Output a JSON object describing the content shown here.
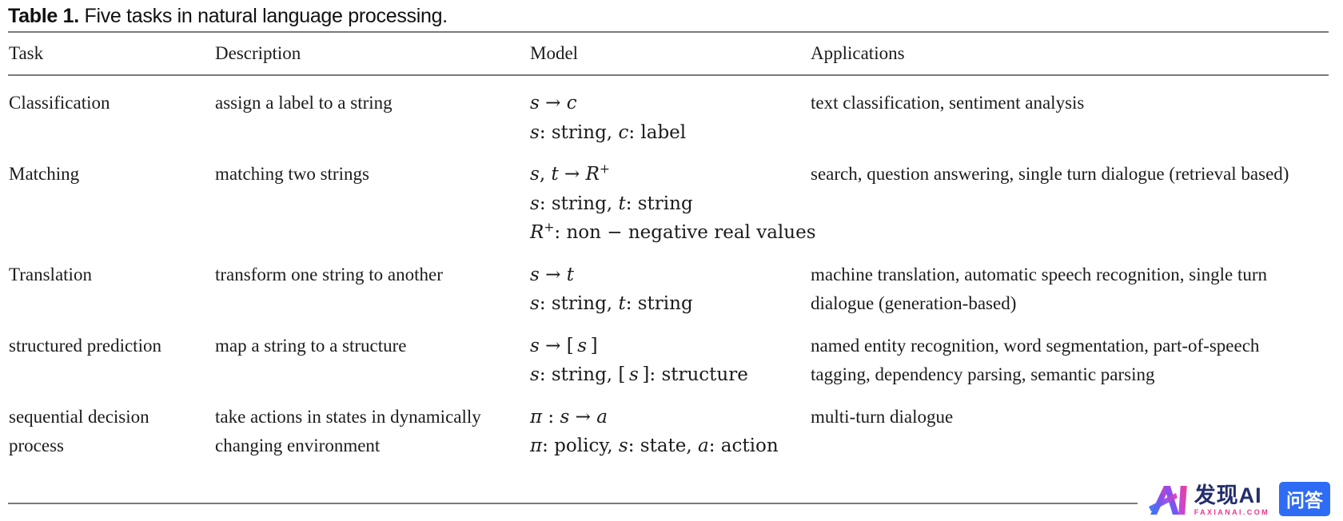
{
  "caption": {
    "label": "Table 1.",
    "text": " Five tasks in natural language processing."
  },
  "table": {
    "headers": [
      "Task",
      "Description",
      "Model",
      "Applications"
    ],
    "rows": [
      {
        "task": "Classification",
        "description": "assign a label to a string",
        "model_lines": [
          [
            {
              "t": "s",
              "i": true
            },
            {
              "t": " → ",
              "i": false
            },
            {
              "t": "c",
              "i": true
            }
          ],
          [
            {
              "t": "s",
              "i": true
            },
            {
              "t": ": string, ",
              "i": false
            },
            {
              "t": "c",
              "i": true
            },
            {
              "t": ": label",
              "i": false
            }
          ]
        ],
        "applications": "text classification, sentiment analysis"
      },
      {
        "task": "Matching",
        "description": "matching two strings",
        "model_lines": [
          [
            {
              "t": "s",
              "i": true
            },
            {
              "t": ", ",
              "i": false
            },
            {
              "t": "t",
              "i": true
            },
            {
              "t": " → ",
              "i": false
            },
            {
              "t": "R",
              "i": true
            },
            {
              "t": "+",
              "sup": true
            }
          ],
          [
            {
              "t": "s",
              "i": true
            },
            {
              "t": ": string, ",
              "i": false
            },
            {
              "t": "t",
              "i": true
            },
            {
              "t": ": string",
              "i": false
            }
          ],
          [
            {
              "t": "R",
              "i": true
            },
            {
              "t": "+",
              "sup": true
            },
            {
              "t": ": non − negative real values",
              "i": false
            }
          ]
        ],
        "applications": "search, question answering, single turn dialogue (retrieval based)"
      },
      {
        "task": "Translation",
        "description": "transform one string to another",
        "model_lines": [
          [
            {
              "t": "s",
              "i": true
            },
            {
              "t": " → ",
              "i": false
            },
            {
              "t": "t",
              "i": true
            }
          ],
          [
            {
              "t": "s",
              "i": true
            },
            {
              "t": ": string, ",
              "i": false
            },
            {
              "t": "t",
              "i": true
            },
            {
              "t": ": string",
              "i": false
            }
          ]
        ],
        "applications": "machine translation, automatic speech recognition, single turn dialogue (generation-based)"
      },
      {
        "task": "structured prediction",
        "description": "map a string to a structure",
        "model_lines": [
          [
            {
              "t": "s",
              "i": true
            },
            {
              "t": " → [ ",
              "i": false
            },
            {
              "t": "s",
              "i": true
            },
            {
              "t": " ]",
              "i": false
            }
          ],
          [
            {
              "t": "s",
              "i": true
            },
            {
              "t": ": string, [ ",
              "i": false
            },
            {
              "t": "s",
              "i": true
            },
            {
              "t": " ]: structure",
              "i": false
            }
          ]
        ],
        "applications": "named entity recognition, word segmentation, part-of-speech tagging, dependency parsing, semantic parsing"
      },
      {
        "task": "sequential decision process",
        "description": "take actions in states in dynamically changing environment",
        "model_lines": [
          [
            {
              "t": "π",
              "i": true
            },
            {
              "t": " : ",
              "i": false
            },
            {
              "t": "s",
              "i": true
            },
            {
              "t": " → ",
              "i": false
            },
            {
              "t": "a",
              "i": true
            }
          ],
          [
            {
              "t": "π",
              "i": true
            },
            {
              "t": ": policy, ",
              "i": false
            },
            {
              "t": "s",
              "i": true
            },
            {
              "t": ": state, ",
              "i": false
            },
            {
              "t": "a",
              "i": true
            },
            {
              "t": ": action",
              "i": false
            }
          ]
        ],
        "applications": "multi-turn dialogue"
      }
    ]
  },
  "watermark": {
    "brand": "发现AI",
    "domain": "FAXIANAI.COM",
    "badge": "问答",
    "colors": {
      "brand_navy": "#232e6e",
      "domain_pink": "#f0338c",
      "badge_blue": "#2e6cf6",
      "logo_gradient_start": "#2e7cf6",
      "logo_gradient_mid": "#8a4df0",
      "logo_gradient_end": "#f23fa0"
    }
  }
}
